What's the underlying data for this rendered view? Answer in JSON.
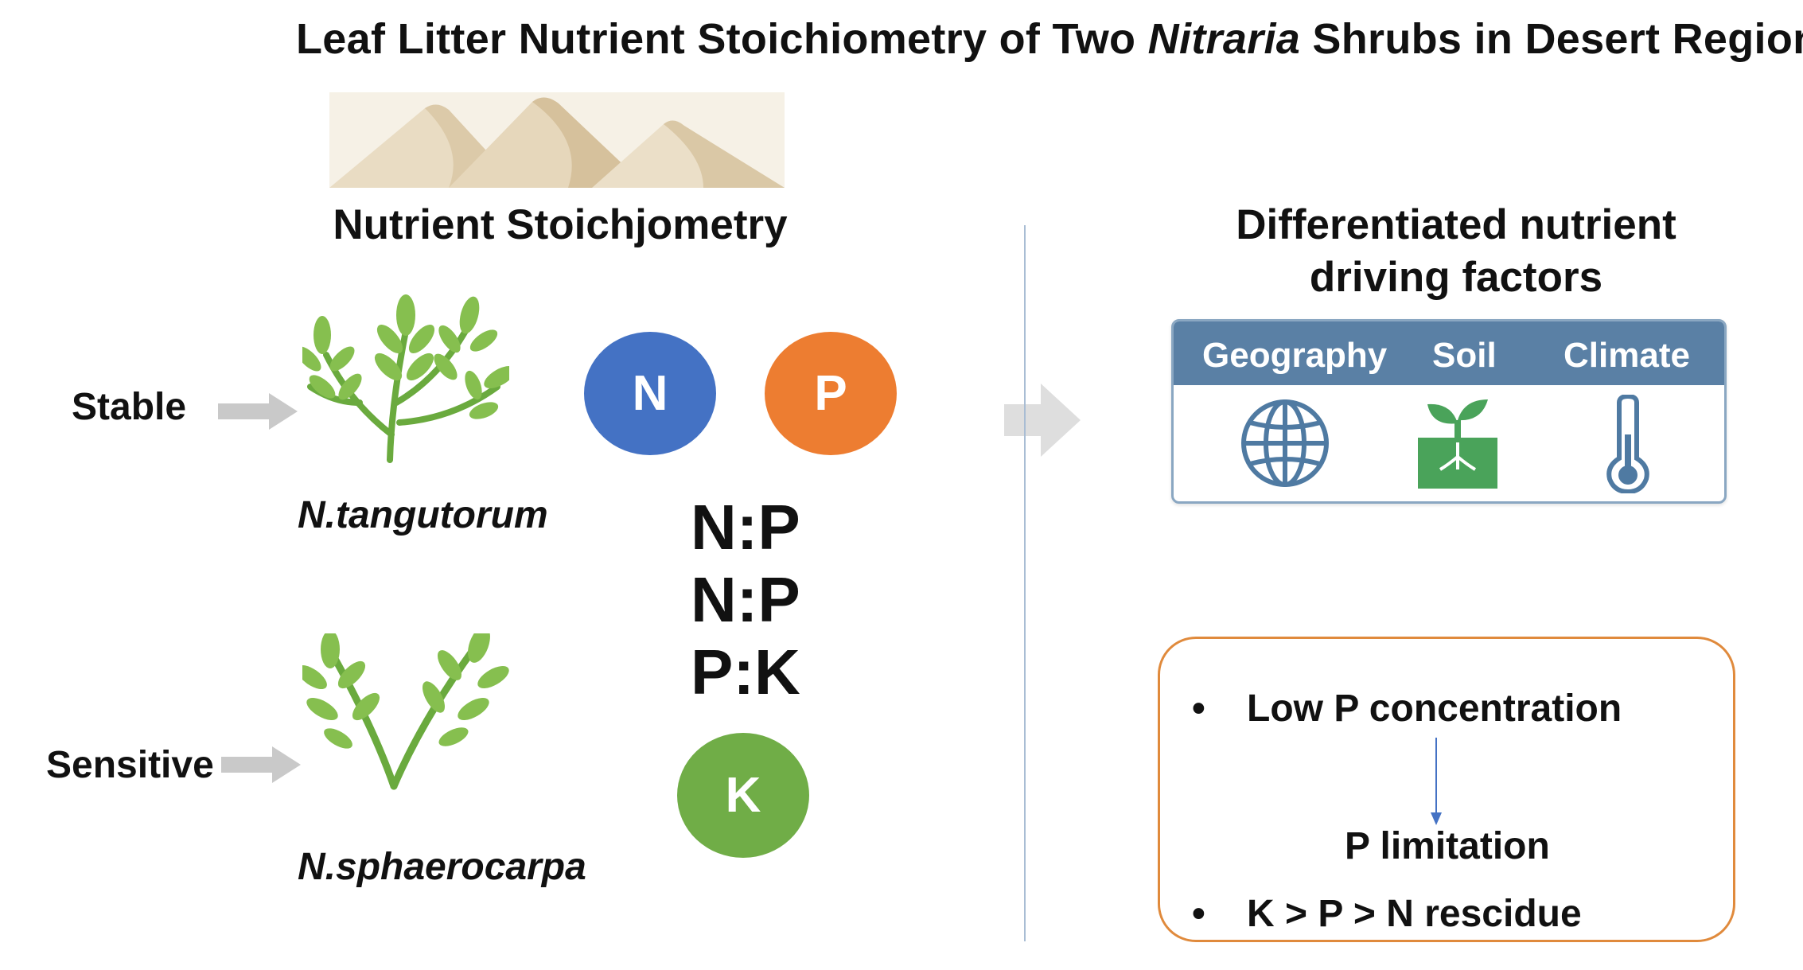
{
  "title": {
    "prefix": "Leaf Litter Nutrient Stoichiometry of Two ",
    "genus": "Nitraria",
    "suffix": " Shrubs in Desert Region"
  },
  "left_heading": "Nutrient Stoichjometry",
  "species": [
    {
      "label": "Stable",
      "name": "N.tangutorum"
    },
    {
      "label": "Sensitive",
      "name": "N.sphaerocarpa"
    }
  ],
  "nutrients": {
    "n": {
      "label": "N",
      "color": "#4472c4"
    },
    "p": {
      "label": "P",
      "color": "#ed7d31"
    },
    "k": {
      "label": "K",
      "color": "#70ad47"
    }
  },
  "ratios": [
    "N:P",
    "N:P",
    "P:K"
  ],
  "right_heading": {
    "line1": "Differentiated nutrient",
    "line2": "driving factors"
  },
  "factors": [
    {
      "label": "Geography",
      "icon": "globe-icon"
    },
    {
      "label": "Soil",
      "icon": "seedling-icon"
    },
    {
      "label": "Climate",
      "icon": "thermometer-icon"
    }
  ],
  "findings": {
    "bullet1": "Low P concentration",
    "arrow_result": "P limitation",
    "bullet2": "K > P > N rescidue",
    "bullet_symbol": "•"
  },
  "colors": {
    "factor_header": "#5a80a5",
    "factor_icon": "#4f7aa2",
    "soil_icon": "#4aa35a",
    "leaf_green": "#7cb342",
    "result_border": "#e08a3c",
    "arrow_gray": "#d0d0d0",
    "down_arrow": "#4472c4"
  }
}
